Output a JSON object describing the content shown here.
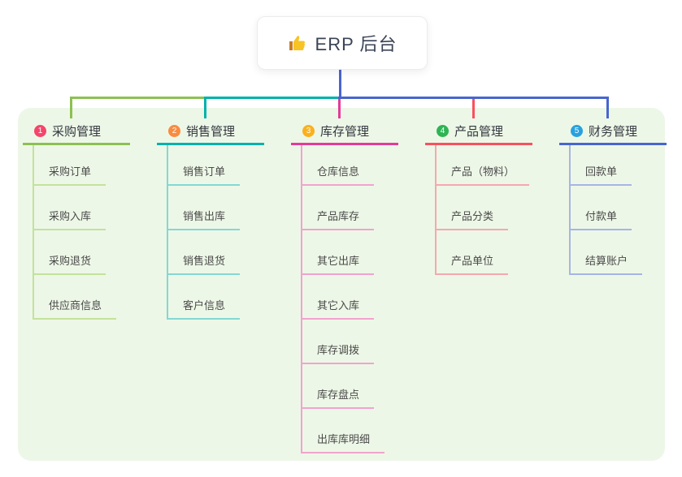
{
  "root": {
    "icon": "thumbs-up-icon",
    "label": "ERP 后台",
    "edge_color": "#4b63cf"
  },
  "panel": {
    "bg_color": "#edf7e7"
  },
  "branches": [
    {
      "num": "1",
      "label": "采购管理",
      "badge_color": "#f5456b",
      "edge_color": "#8cc152",
      "light_color": "#c3e29b",
      "children": [
        "采购订单",
        "采购入库",
        "采购退货",
        "供应商信息"
      ]
    },
    {
      "num": "2",
      "label": "销售管理",
      "badge_color": "#fa8b3f",
      "edge_color": "#00b2ab",
      "light_color": "#84d8d3",
      "children": [
        "销售订单",
        "销售出库",
        "销售退货",
        "客户信息"
      ]
    },
    {
      "num": "3",
      "label": "库存管理",
      "badge_color": "#fbb01d",
      "edge_color": "#e43a9a",
      "light_color": "#f2a3cf",
      "children": [
        "仓库信息",
        "产品库存",
        "其它出库",
        "其它入库",
        "库存调拨",
        "库存盘点",
        "出库库明细"
      ]
    },
    {
      "num": "4",
      "label": "产品管理",
      "badge_color": "#2eb454",
      "edge_color": "#f9505f",
      "light_color": "#f5a8ae",
      "children": [
        "产品（物料）",
        "产品分类",
        "产品单位"
      ]
    },
    {
      "num": "5",
      "label": "财务管理",
      "badge_color": "#29a1de",
      "edge_color": "#4766d0",
      "light_color": "#a5b5e6",
      "children": [
        "回款单",
        "付款单",
        "结算账户"
      ]
    }
  ]
}
